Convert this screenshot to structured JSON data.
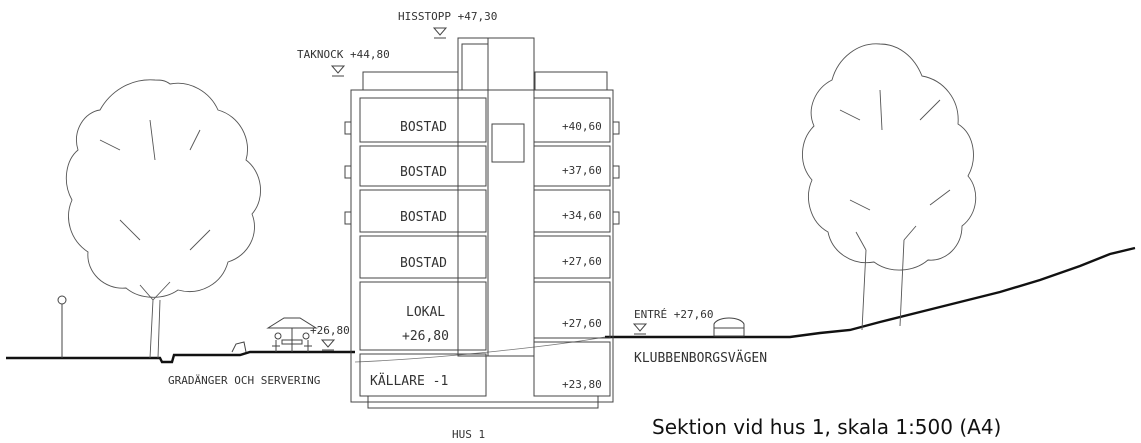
{
  "levels": {
    "hisstopp": "HISSTOPP +47,30",
    "taknock": "TAKNOCK +44,80",
    "entre": "ENTRÉ +27,60",
    "plaza": "+26,80"
  },
  "rooms": {
    "bostad_1": "BOSTAD",
    "bostad_2": "BOSTAD",
    "bostad_3": "BOSTAD",
    "bostad_4": "BOSTAD",
    "lokal": "LOKAL",
    "lokal_level": "+26,80",
    "kallare": "KÄLLARE -1"
  },
  "right_levels": [
    "+40,60",
    "+37,60",
    "+34,60",
    "+27,60",
    "+27,60",
    "+23,80"
  ],
  "labels": {
    "gradanger": "GRADÄNGER OCH SERVERING",
    "road": "KLUBBENBORGSVÄGEN",
    "building": "HUS 1"
  },
  "caption": "Sektion vid hus 1, skala 1:500 (A4)"
}
